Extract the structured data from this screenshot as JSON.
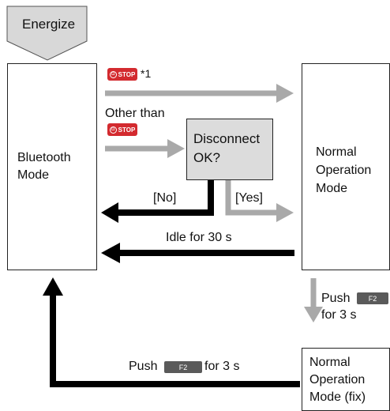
{
  "energize": "Energize",
  "bluetooth_mode": [
    "Bluetooth",
    "Mode"
  ],
  "normal_mode": [
    "Normal",
    "Operation",
    "Mode"
  ],
  "normal_fix_mode": [
    "Normal",
    "Operation",
    "Mode (fix)"
  ],
  "disconnect_box": [
    "Disconnect",
    "OK?"
  ],
  "stop_label": "STOP",
  "footnote": "*1",
  "other_than": "Other than",
  "no_label": "[No]",
  "yes_label": "[Yes]",
  "idle_label": "Idle for 30 s",
  "push_label": "Push",
  "f2_key": "F2",
  "for_3s": "for 3 s",
  "colors": {
    "arrow_gray": "#a9a9a9",
    "arrow_black": "#000000",
    "stop_red": "#d32a2f",
    "box_gray": "#dcdcdc"
  }
}
